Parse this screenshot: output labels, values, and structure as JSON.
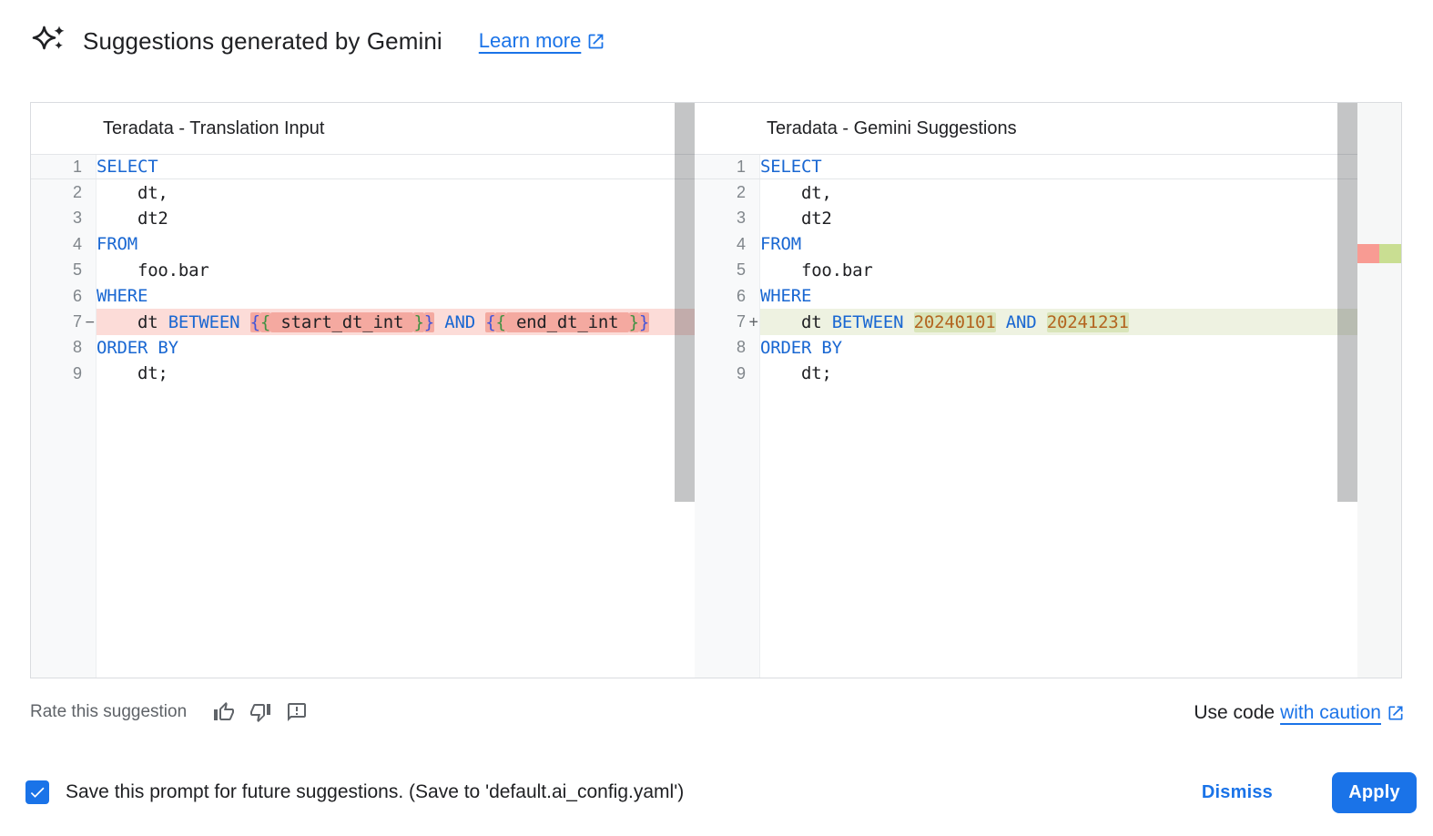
{
  "header": {
    "title": "Suggestions generated by Gemini",
    "learn_more_label": "Learn more"
  },
  "diff": {
    "left": {
      "title": "Teradata - Translation Input",
      "lines": [
        {
          "num": "1",
          "current": true,
          "tokens": [
            {
              "t": "kw",
              "s": "SELECT"
            }
          ]
        },
        {
          "num": "2",
          "tokens": [
            {
              "t": "p",
              "s": "    dt,"
            }
          ]
        },
        {
          "num": "3",
          "tokens": [
            {
              "t": "p",
              "s": "    dt2"
            }
          ]
        },
        {
          "num": "4",
          "tokens": [
            {
              "t": "kw",
              "s": "FROM"
            }
          ]
        },
        {
          "num": "5",
          "tokens": [
            {
              "t": "p",
              "s": "    foo.bar"
            }
          ]
        },
        {
          "num": "6",
          "tokens": [
            {
              "t": "kw",
              "s": "WHERE"
            }
          ]
        },
        {
          "num": "7",
          "sign": "−",
          "diff": "removed",
          "tokens": [
            {
              "t": "p",
              "s": "    dt "
            },
            {
              "t": "kw",
              "s": "BETWEEN"
            },
            {
              "t": "p",
              "s": " "
            },
            {
              "t": "b1",
              "s": "{",
              "hl": 1
            },
            {
              "t": "b2",
              "s": "{",
              "hl": 1
            },
            {
              "t": "p",
              "s": " start_dt_int ",
              "hl": 1
            },
            {
              "t": "b2",
              "s": "}",
              "hl": 1
            },
            {
              "t": "b1",
              "s": "}",
              "hl": 1
            },
            {
              "t": "p",
              "s": " "
            },
            {
              "t": "kw",
              "s": "AND"
            },
            {
              "t": "p",
              "s": " "
            },
            {
              "t": "b1",
              "s": "{",
              "hl": 1
            },
            {
              "t": "b2",
              "s": "{",
              "hl": 1
            },
            {
              "t": "p",
              "s": " end_dt_int ",
              "hl": 1
            },
            {
              "t": "b2",
              "s": "}",
              "hl": 1
            },
            {
              "t": "b1",
              "s": "}",
              "hl": 1
            }
          ]
        },
        {
          "num": "8",
          "tokens": [
            {
              "t": "kw",
              "s": "ORDER BY"
            }
          ]
        },
        {
          "num": "9",
          "tokens": [
            {
              "t": "p",
              "s": "    dt;"
            }
          ]
        }
      ]
    },
    "right": {
      "title": "Teradata - Gemini Suggestions",
      "lines": [
        {
          "num": "1",
          "current": true,
          "tokens": [
            {
              "t": "kw",
              "s": "SELECT"
            }
          ]
        },
        {
          "num": "2",
          "tokens": [
            {
              "t": "p",
              "s": "    dt,"
            }
          ]
        },
        {
          "num": "3",
          "tokens": [
            {
              "t": "p",
              "s": "    dt2"
            }
          ]
        },
        {
          "num": "4",
          "tokens": [
            {
              "t": "kw",
              "s": "FROM"
            }
          ]
        },
        {
          "num": "5",
          "tokens": [
            {
              "t": "p",
              "s": "    foo.bar"
            }
          ]
        },
        {
          "num": "6",
          "tokens": [
            {
              "t": "kw",
              "s": "WHERE"
            }
          ]
        },
        {
          "num": "7",
          "sign": "+",
          "diff": "added",
          "tokens": [
            {
              "t": "p",
              "s": "    dt "
            },
            {
              "t": "kw",
              "s": "BETWEEN"
            },
            {
              "t": "p",
              "s": " "
            },
            {
              "t": "num",
              "s": "20240101",
              "hl": 1
            },
            {
              "t": "p",
              "s": " "
            },
            {
              "t": "kw",
              "s": "AND"
            },
            {
              "t": "p",
              "s": " "
            },
            {
              "t": "num",
              "s": "20241231",
              "hl": 1
            }
          ]
        },
        {
          "num": "8",
          "tokens": [
            {
              "t": "kw",
              "s": "ORDER BY"
            }
          ]
        },
        {
          "num": "9",
          "tokens": [
            {
              "t": "p",
              "s": "    dt;"
            }
          ]
        }
      ]
    }
  },
  "rating": {
    "label": "Rate this suggestion"
  },
  "caution": {
    "prefix": "Use code",
    "link_label": "with caution"
  },
  "footer": {
    "checkbox_checked": true,
    "checkbox_label": "Save this prompt for future suggestions. (Save to 'default.ai_config.yaml')",
    "dismiss_label": "Dismiss",
    "apply_label": "Apply"
  },
  "colors": {
    "accent": "#1a73e8",
    "keyword": "#1967d2",
    "number": "#b3641f",
    "removed_row": "#fcdcd8",
    "removed_word": "#f4a9a0",
    "added_row": "#eef2e1",
    "added_word": "#d9e5ba",
    "ruler_red": "#f89b93",
    "ruler_green": "#c9de92"
  }
}
